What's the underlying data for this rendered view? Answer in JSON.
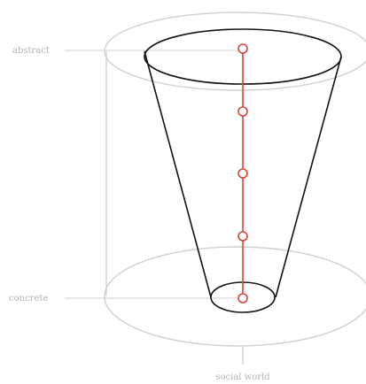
{
  "labels": {
    "top": "abstract",
    "bottom": "concrete",
    "base": "social world"
  },
  "colors": {
    "context": "#d0d0d0",
    "label": "#b3b3b3",
    "cone": "#111111",
    "axis": "#d9453b",
    "background": "#ffffff"
  },
  "axis": {
    "node_count": 5
  }
}
